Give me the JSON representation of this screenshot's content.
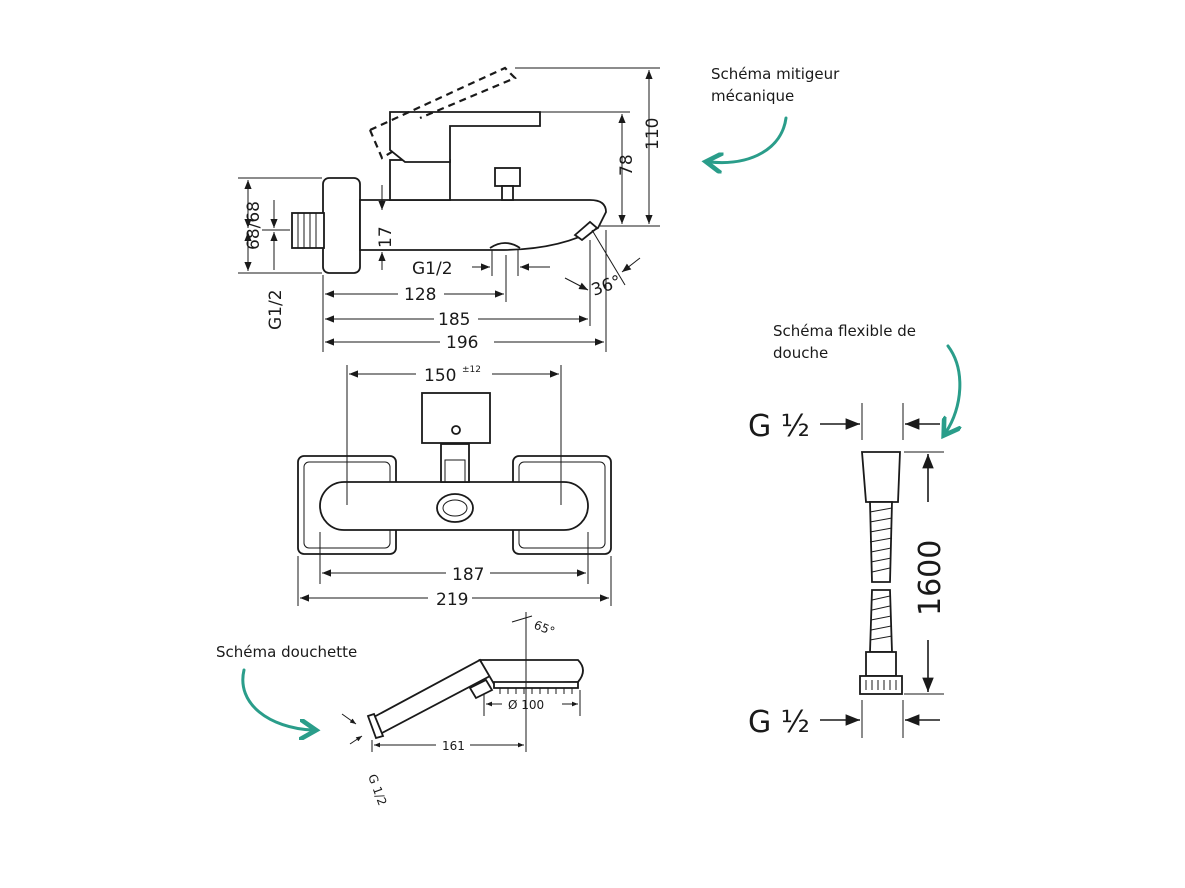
{
  "annotations": {
    "mixer": "Schéma mitigeur\nmécanique",
    "hose": "Schéma flexible de\ndouche",
    "handshower": "Schéma douchette"
  },
  "side_view": {
    "d110": "110",
    "d78": "78",
    "d17": "17",
    "d68": "68/68",
    "g12_vertical": "G1/2",
    "g12_outlet": "G1/2",
    "angle": "36°",
    "d128": "128",
    "d185": "185",
    "d196": "196"
  },
  "front_view": {
    "d150": "150",
    "tol": "±12",
    "d187": "187",
    "d219": "219"
  },
  "handshower": {
    "angle": "65°",
    "diameter": "Ø 100",
    "length": "161",
    "thread": "G 1/2"
  },
  "hose": {
    "top_thread": "G ½",
    "bottom_thread": "G ½",
    "length": "1600"
  },
  "colors": {
    "accent": "#2a9d8a",
    "ink": "#1a1a1a"
  }
}
